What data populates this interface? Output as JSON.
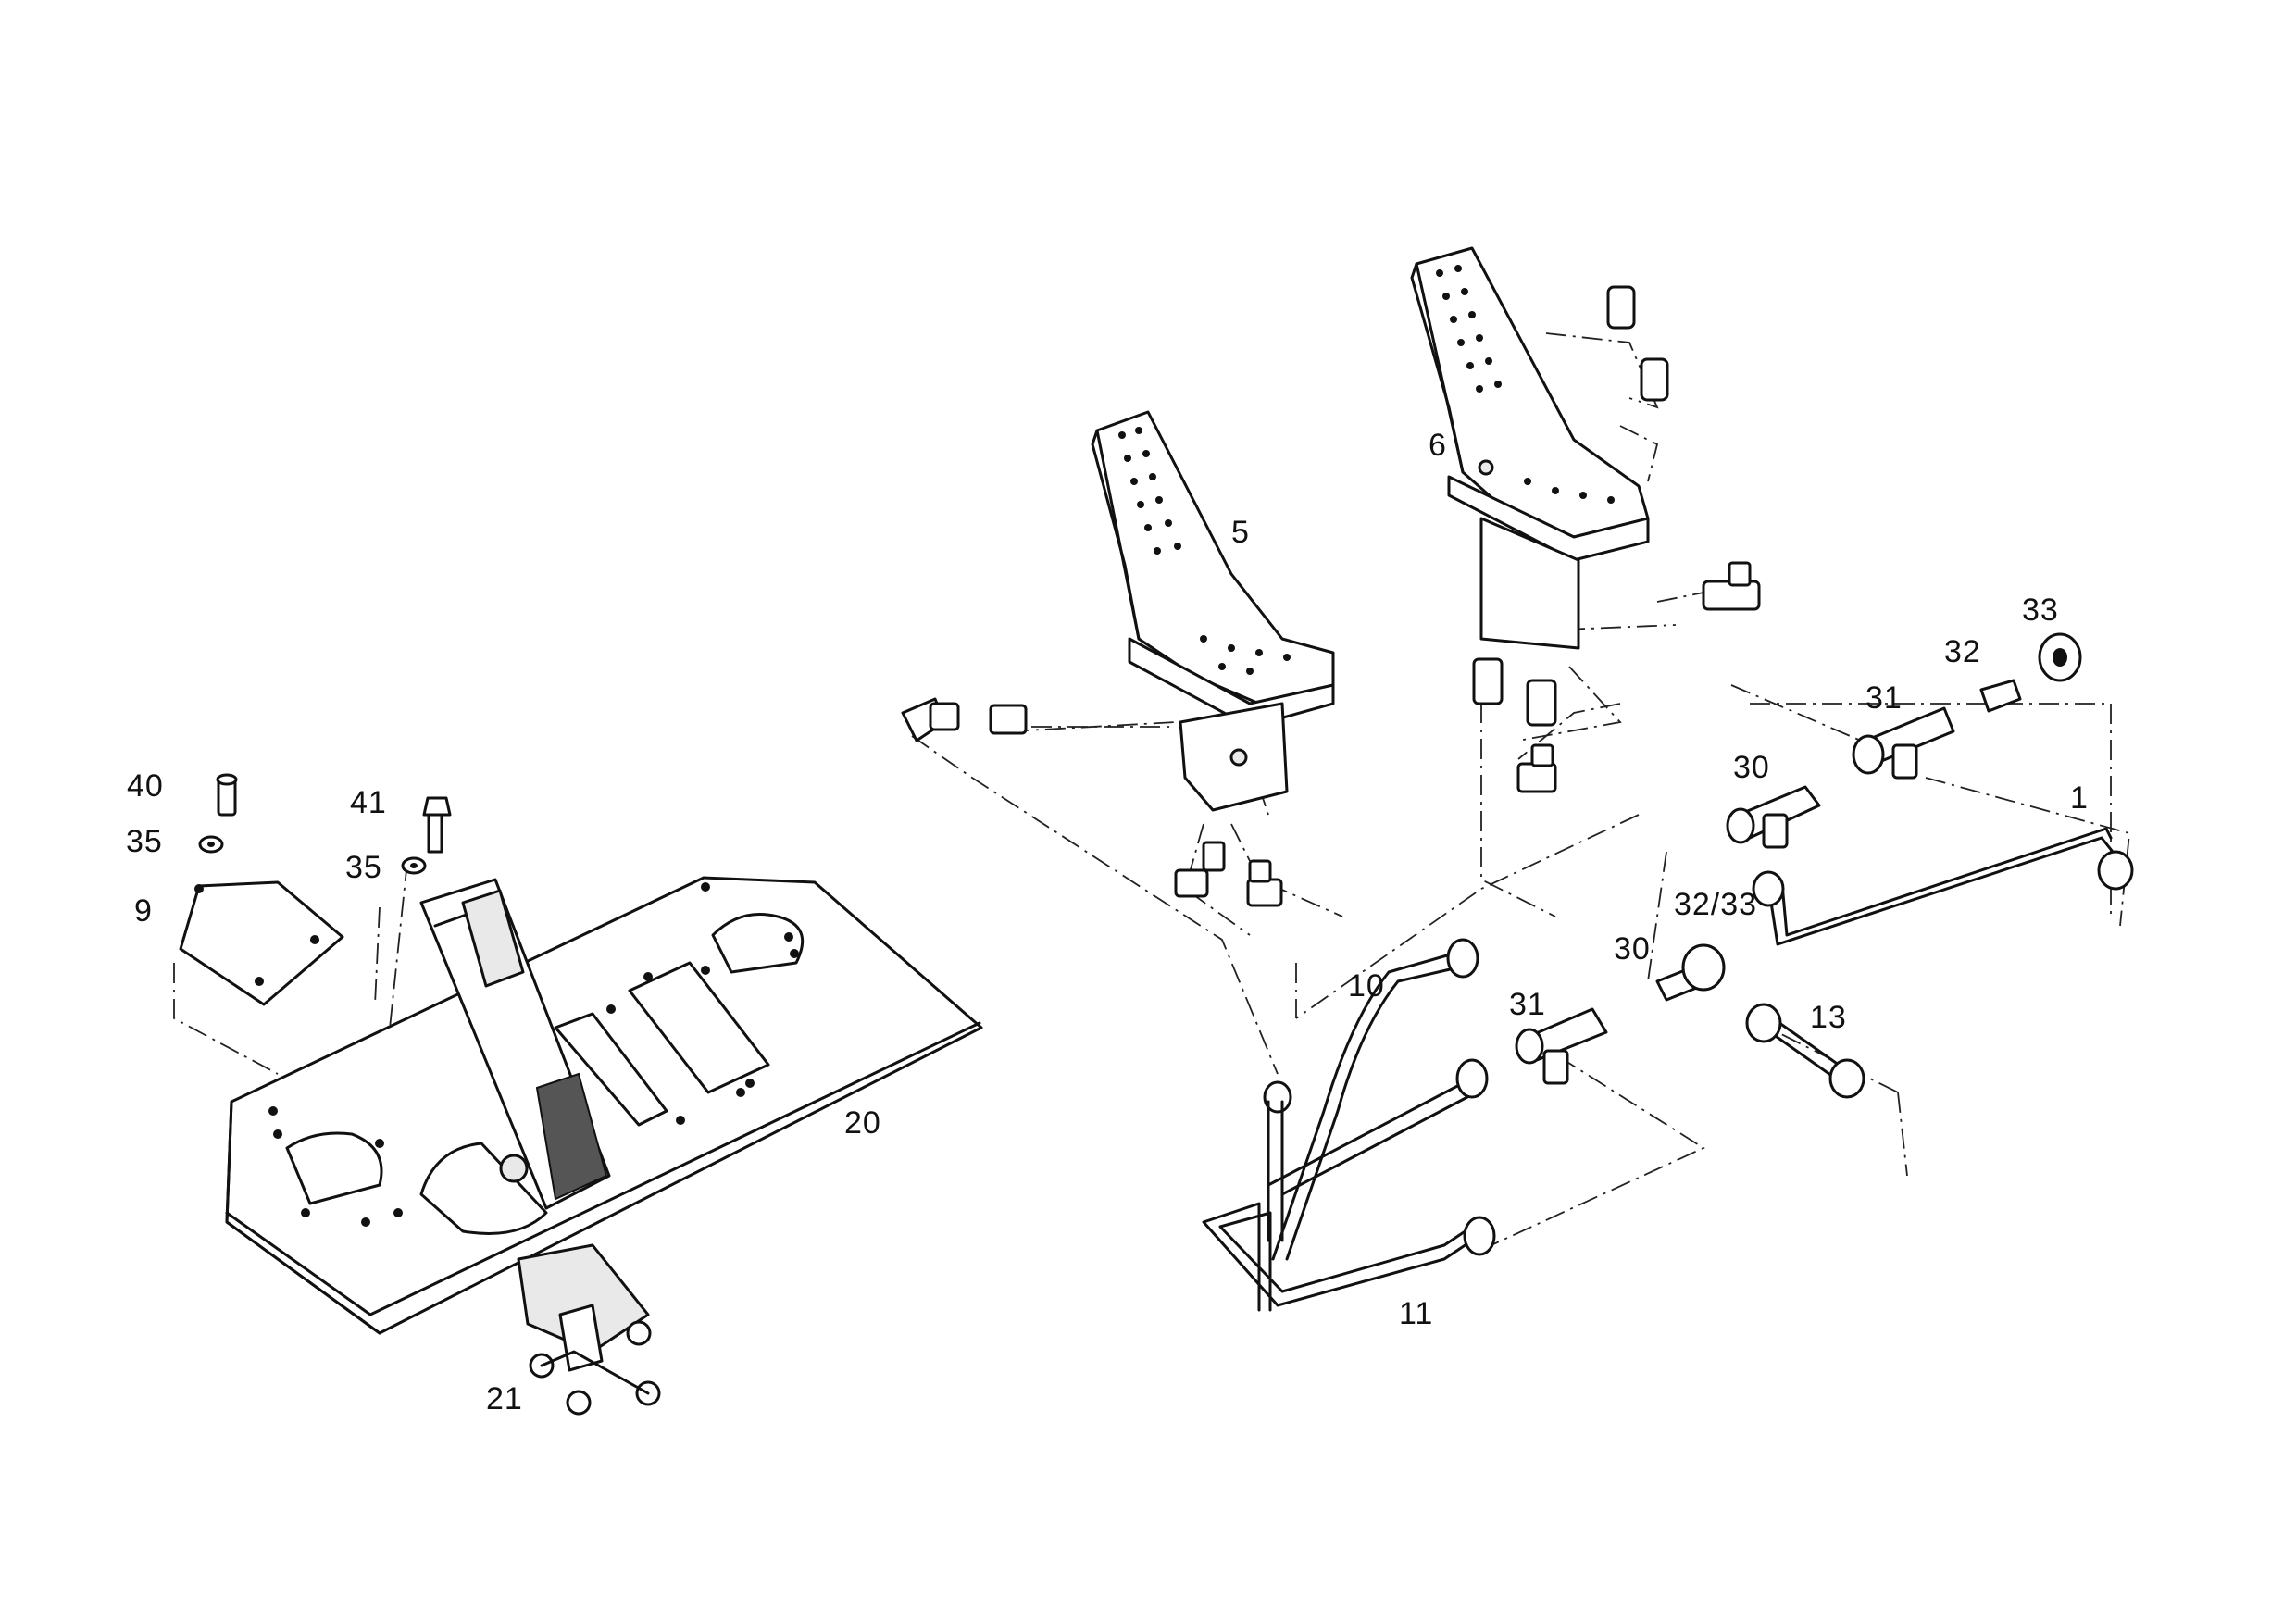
{
  "colors": {
    "line": "#111111",
    "background": "#ffffff"
  },
  "labels": {
    "l1": "1",
    "l5": "5",
    "l6": "6",
    "l9": "9",
    "l10": "10",
    "l11": "11",
    "l13": "13",
    "l20": "20",
    "l21": "21",
    "l30a": "30",
    "l30b": "30",
    "l31a": "31",
    "l31b": "31",
    "l32": "32",
    "l3233": "32/33",
    "l33": "33",
    "l35a": "35",
    "l35b": "35",
    "l40": "40",
    "l41": "41"
  }
}
